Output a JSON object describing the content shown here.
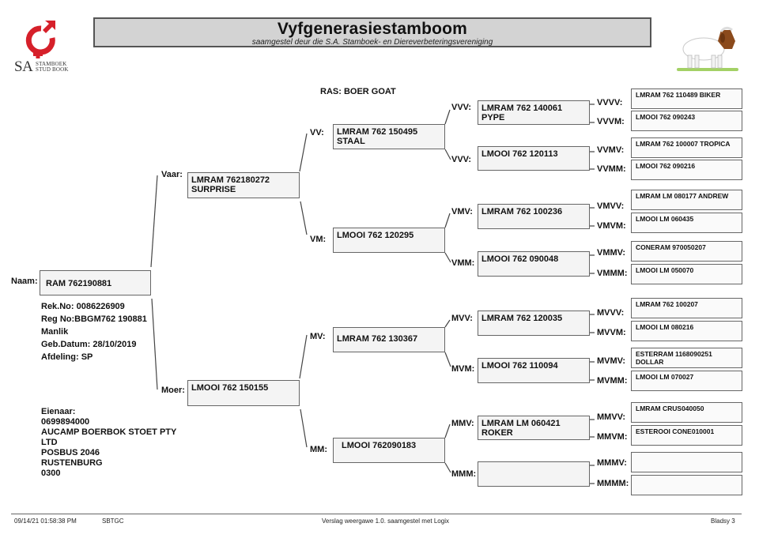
{
  "logo": {
    "mark": "SA",
    "line1": "STAMBOEK",
    "line2": "STUD BOOK",
    "color": "#d6202a"
  },
  "header": {
    "title": "Vyfgenerasiestamboom",
    "subtitle": "saamgestel deur die S.A. Stamboek- en Diereverbeteringsvereniging",
    "background": "#d3d3d3"
  },
  "goat_icon": "boer-goat-illustration",
  "breed": "RAS: BOER GOAT",
  "subject": {
    "label": "Naam:",
    "name": "RAM 762190881",
    "details": [
      "Rek.No: 0086226909",
      "Reg No:BBGM762 190881",
      "Manlik",
      "Geb.Datum: 28/10/2019",
      "Afdeling: SP"
    ]
  },
  "owner": {
    "lines": [
      "Eienaar:",
      "0699894000",
      "AUCAMP BOERBOK STOET PTY",
      "LTD",
      "POSBUS 2046",
      "RUSTENBURG",
      "0300"
    ]
  },
  "pedigree": {
    "gen2": [
      {
        "label": "Vaar:",
        "line1": "LMRAM 762180272",
        "line2": "SURPRISE"
      },
      {
        "label": "Moer:",
        "line1": "LMOOI 762 150155",
        "line2": ""
      }
    ],
    "gen3": [
      {
        "label": "VV:",
        "line1": "LMRAM 762 150495",
        "line2": "STAAL"
      },
      {
        "label": "VM:",
        "line1": "LMOOI 762 120295",
        "line2": ""
      },
      {
        "label": "MV:",
        "line1": "LMRAM 762 130367",
        "line2": ""
      },
      {
        "label": "MM:",
        "line1": "LMOOI 762090183",
        "line2": ""
      }
    ],
    "gen4": [
      {
        "label": "VVV:",
        "line1": "LMRAM 762 140061",
        "line2": "PYPE"
      },
      {
        "label": "VVV:",
        "line1": "LMOOI 762 120113",
        "line2": ""
      },
      {
        "label": "VMV:",
        "line1": "LMRAM 762 100236",
        "line2": ""
      },
      {
        "label": "VMM:",
        "line1": "LMOOI 762 090048",
        "line2": ""
      },
      {
        "label": "MVV:",
        "line1": "LMRAM 762 120035",
        "line2": ""
      },
      {
        "label": "MVM:",
        "line1": "LMOOI 762 110094",
        "line2": ""
      },
      {
        "label": "MMV:",
        "line1": "LMRAM LM 060421",
        "line2": "ROKER"
      },
      {
        "label": "MMM:",
        "line1": "",
        "line2": ""
      }
    ],
    "gen5": [
      {
        "label": "VVVV:",
        "line1": "LMRAM 762 110489 BIKER",
        "line2": ""
      },
      {
        "label": "VVVM:",
        "line1": "LMOOI 762 090243",
        "line2": ""
      },
      {
        "label": "VVMV:",
        "line1": "LMRAM 762 100007 TROPICA",
        "line2": ""
      },
      {
        "label": "VVMM:",
        "line1": "LMOOI 762 090216",
        "line2": ""
      },
      {
        "label": "VMVV:",
        "line1": "LMRAM LM 080177 ANDREW",
        "line2": ""
      },
      {
        "label": "VMVM:",
        "line1": "LMOOI LM 060435",
        "line2": ""
      },
      {
        "label": "VMMV:",
        "line1": "CONERAM 970050207",
        "line2": ""
      },
      {
        "label": "VMMM:",
        "line1": "LMOOI LM 050070",
        "line2": ""
      },
      {
        "label": "MVVV:",
        "line1": "LMRAM 762 100207",
        "line2": ""
      },
      {
        "label": "MVVM:",
        "line1": "LMOOI LM 080216",
        "line2": ""
      },
      {
        "label": "MVMV:",
        "line1": "ESTERRAM 1168090251",
        "line2": "DOLLAR"
      },
      {
        "label": "MVMM:",
        "line1": "LMOOI LM 070027",
        "line2": ""
      },
      {
        "label": "MMVV:",
        "line1": "LMRAM CRUS040050",
        "line2": ""
      },
      {
        "label": "MMVM:",
        "line1": "ESTEROOI CONE010001",
        "line2": ""
      },
      {
        "label": "MMMV:",
        "line1": "",
        "line2": ""
      },
      {
        "label": "MMMM:",
        "line1": "",
        "line2": ""
      }
    ]
  },
  "footer": {
    "timestamp": "09/14/21 01:58:38 PM",
    "code": "SBTGC",
    "report": "Verslag weergawe 1.0. saamgestel met Logix",
    "page": "Bladsy 3"
  }
}
